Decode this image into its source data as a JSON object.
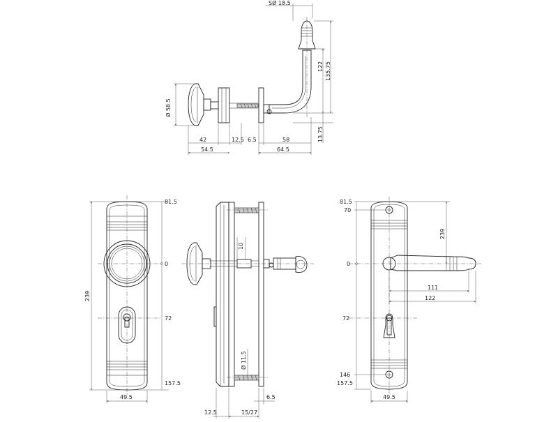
{
  "side_view": {
    "sphere_dia": "SØ 18.5",
    "knob_dia": "Ø 58.5",
    "h_122": "122",
    "h_135": "135.75",
    "h_13": "13.75",
    "w_42": "42",
    "w_12": "12.5",
    "w_6": "6.5",
    "w_58": "58",
    "w_54": "54.5",
    "w_64": "64.5"
  },
  "front_knob": {
    "top": "81.5",
    "zero": "0",
    "mid": "72",
    "bottom": "157.5",
    "height": "239",
    "width": "49.5"
  },
  "section_view": {
    "spindle": "10",
    "screw": "Ø 11.5",
    "w_12": "12.5",
    "w_15": "15/27",
    "w_6": "6.5"
  },
  "front_lever": {
    "top": "81.5",
    "screw_top": "70",
    "zero": "0",
    "mid": "72",
    "screw_bottom": "146",
    "bottom": "157.5",
    "height": "239",
    "lever_111": "111",
    "lever_122": "122",
    "width": "49.5"
  }
}
